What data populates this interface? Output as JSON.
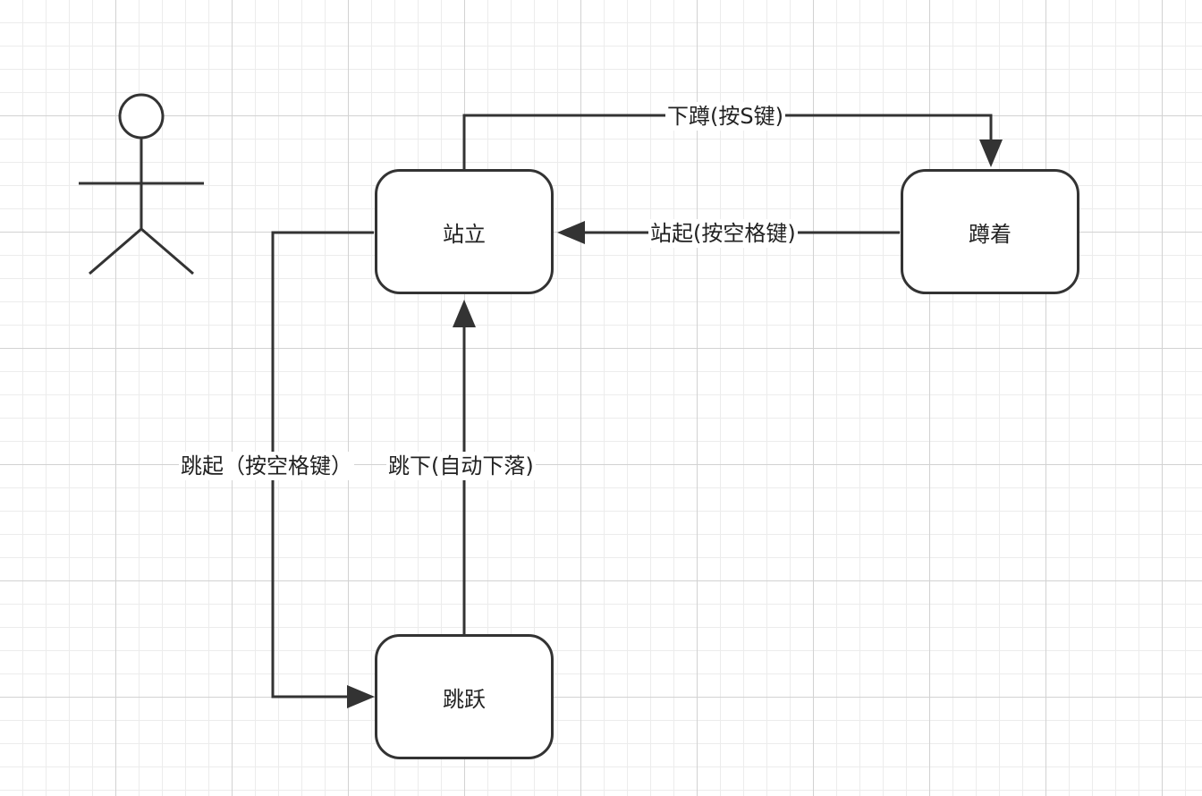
{
  "diagram": {
    "states": {
      "standing": "站立",
      "crouching": "蹲着",
      "jumping": "跳跃"
    },
    "transitions": {
      "crouch": "下蹲(按S键)",
      "stand_up": "站起(按空格键)",
      "jump": "跳起（按空格键）",
      "fall": "跳下(自动下落)"
    },
    "actor_icon": "stick-figure-icon",
    "colors": {
      "stroke": "#333333",
      "text": "#222222",
      "background": "#ffffff",
      "grid": "#d2d2d2"
    }
  }
}
